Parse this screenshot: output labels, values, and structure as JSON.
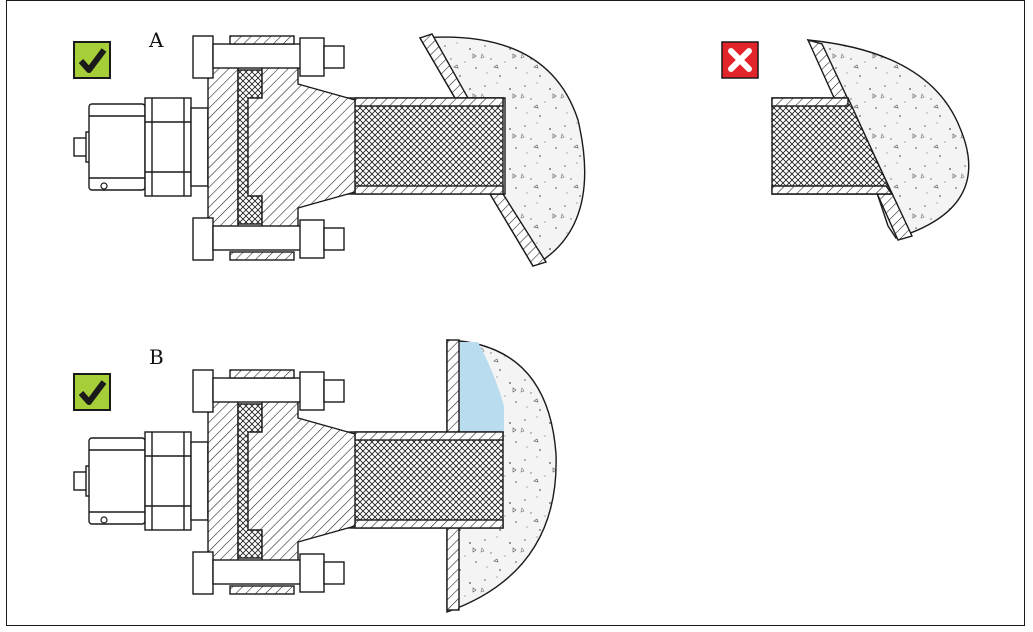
{
  "figure": {
    "variant_a": {
      "label": "A",
      "status": "correct",
      "badge_icon": "green-check-icon"
    },
    "variant_b": {
      "label": "B",
      "status": "correct",
      "badge_icon": "green-check-icon"
    },
    "incorrect_example": {
      "status": "incorrect",
      "badge_icon": "red-x-icon"
    }
  },
  "colors": {
    "check_fill": "#a6ce39",
    "x_fill": "#e3242b",
    "line": "#1a1a1a",
    "concrete": "#f3f3f3",
    "blue_fill": "#b9dcef"
  }
}
